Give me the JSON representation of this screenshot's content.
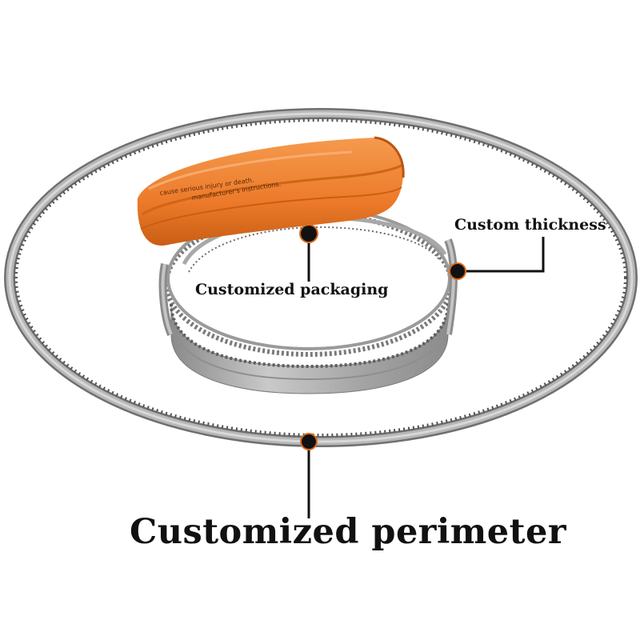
{
  "image": {
    "kind": "product-photo",
    "subject": "band-saw-blade-coils",
    "background_color": "#ffffff"
  },
  "colors": {
    "steel_light": "#bcbcbc",
    "steel_dark": "#6f6f6f",
    "teeth": "#5a5a5a",
    "packaging_orange": "#ec7a2a",
    "packaging_shadow": "#c95e14",
    "callout_line": "#111111",
    "callout_dot_ring": "#d96a1e"
  },
  "callouts": {
    "thickness": "Custom thickness",
    "packaging": "Customized packaging",
    "perimeter": "Customized perimeter"
  },
  "packaging_text": {
    "line1": "cause serious injury or death.",
    "line2": "manufacturer's instructions."
  }
}
